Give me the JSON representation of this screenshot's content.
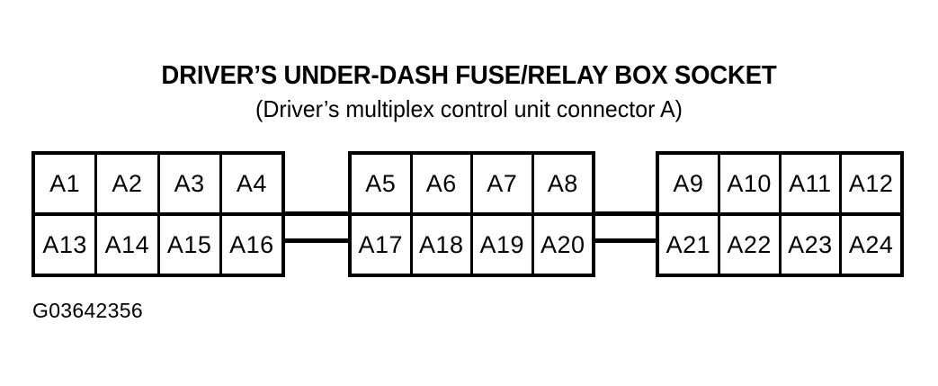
{
  "figure": {
    "title": "DRIVER’S UNDER-DASH FUSE/RELAY BOX SOCKET",
    "subtitle": "(Driver’s multiplex control unit connector A)",
    "caption": "G03642356",
    "ink_color": "#000000",
    "background_color": "#ffffff"
  },
  "connector": {
    "blocks": [
      {
        "name": "block-1",
        "rows": [
          {
            "name": "top",
            "cells": [
              "A1",
              "A2",
              "A3",
              "A4"
            ]
          },
          {
            "name": "bottom",
            "cells": [
              "A13",
              "A14",
              "A15",
              "A16"
            ]
          }
        ]
      },
      {
        "name": "block-2",
        "rows": [
          {
            "name": "top",
            "cells": [
              "A5",
              "A6",
              "A7",
              "A8"
            ]
          },
          {
            "name": "bottom",
            "cells": [
              "A17",
              "A18",
              "A19",
              "A20"
            ]
          }
        ]
      },
      {
        "name": "block-3",
        "rows": [
          {
            "name": "top",
            "cells": [
              "A9",
              "A10",
              "A11",
              "A12"
            ]
          },
          {
            "name": "bottom",
            "cells": [
              "A21",
              "A22",
              "A23",
              "A24"
            ]
          }
        ]
      }
    ]
  }
}
